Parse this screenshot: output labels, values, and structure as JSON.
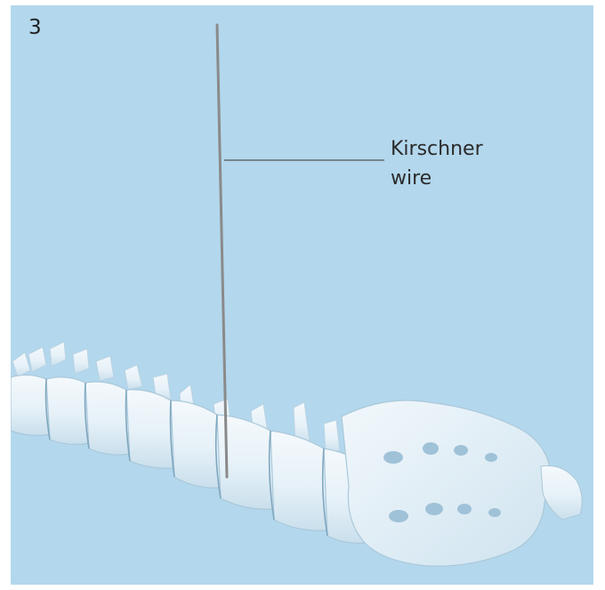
{
  "figure": {
    "step_number": "3",
    "callout": {
      "line1": "Kirschner",
      "line2": "wire"
    },
    "colors": {
      "background": "#b3d7ec",
      "bone": "#e9f3f9",
      "bone_shadow": "#c8dfec",
      "wire": "#8a8a8a",
      "leader_line": "#555555"
    },
    "objects": [
      "lumbar-spine",
      "sacrum",
      "kirschner-wire"
    ]
  }
}
